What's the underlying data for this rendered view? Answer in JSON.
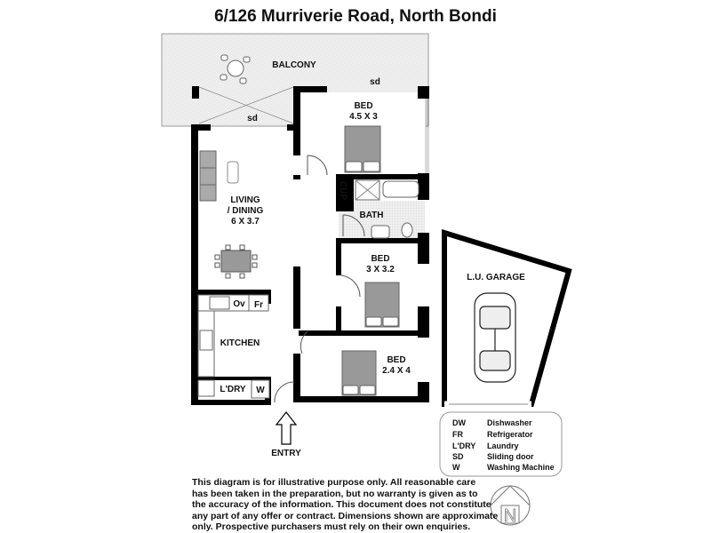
{
  "title": "6/126 Murriverie Road, North Bondi",
  "rooms": {
    "balcony": "BALCONY",
    "sd_top": "sd",
    "sd_balcony": "sd",
    "bed1": "BED",
    "bed1_size": "4.5 X 3",
    "cup": "CUP",
    "bath": "BATH",
    "living": "LIVING",
    "dining": "/ DINING",
    "living_size": "6 X 3.7",
    "bed2": "BED",
    "bed2_size": "3 X 3.2",
    "kitchen": "KITCHEN",
    "ov": "Ov",
    "fr": "Fr",
    "laundry": "L'DRY",
    "w": "W",
    "bed3": "BED",
    "bed3_size": "2.4 X 4",
    "garage": "L.U. GARAGE",
    "entry": "ENTRY"
  },
  "legend": [
    {
      "abbr": "DW",
      "desc": "Dishwasher"
    },
    {
      "abbr": "FR",
      "desc": "Refrigerator"
    },
    {
      "abbr": "L'DRY",
      "desc": "Laundry"
    },
    {
      "abbr": "SD",
      "desc": "Sliding door"
    },
    {
      "abbr": "W",
      "desc": "Washing Machine"
    }
  ],
  "disclaimer": [
    "This diagram is for illustrative purpose only. All reasonable care",
    "has been taken in the preparation, but no warranty is given as to",
    "the accuracy of the information. This document does not constitute",
    "any part of any offer or contract. Dimensions shown are approximate",
    "only. Prospective purchasers must rely on their own enquiries."
  ],
  "north_label": "N"
}
